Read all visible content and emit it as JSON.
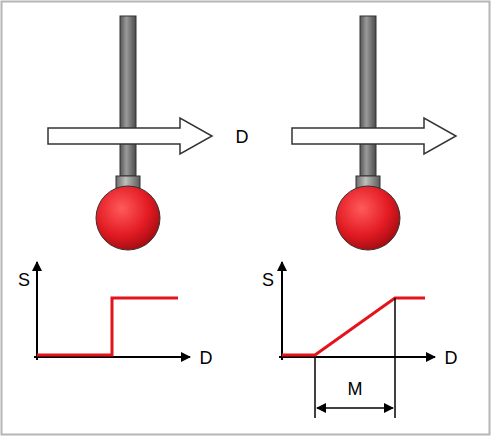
{
  "diagram": {
    "labels": [
      "D",
      "S",
      "D",
      "S",
      "D",
      "M"
    ]
  }
}
